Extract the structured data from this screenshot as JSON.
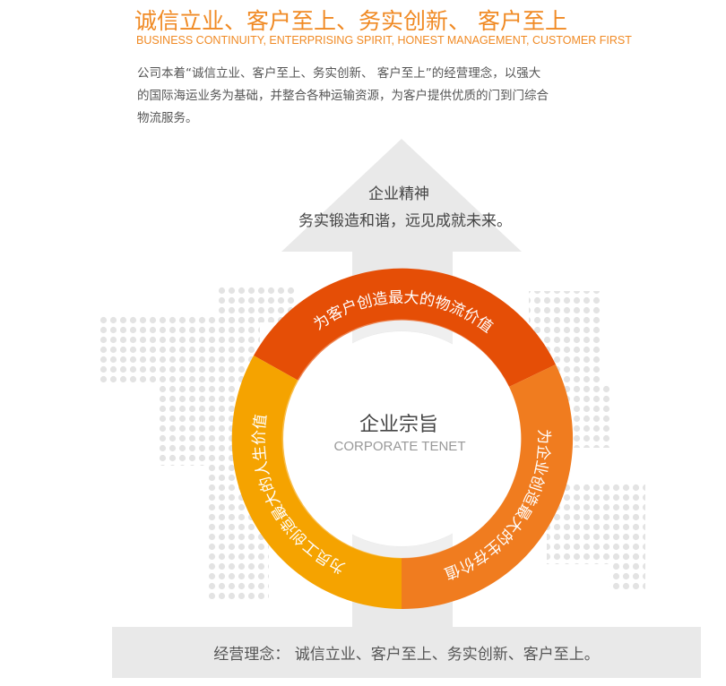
{
  "header": {
    "title": "诚信立业、客户至上、务实创新、 客户至上",
    "subtitle": "BUSINESS CONTINUITY, ENTERPRISING SPIRIT, HONEST MANAGEMENT, CUSTOMER FIRST",
    "intro": "公司本着“诚信立业、客户至上、务实创新、 客户至上”的经营理念，以强大的国际海运业务为基础，并整合各种运输资源，为客户提供优质的门到门综合物流服务。"
  },
  "arrow": {
    "title": "企业精神",
    "text": "务实锻造和谐，远见成就未来。"
  },
  "ring": {
    "center_title": "企业宗旨",
    "center_subtitle": "CORPORATE TENET",
    "top": "为客户创造最大的物流价值",
    "right": "为企业创造最大的生存价值",
    "left": "为员工创造最大的人生价值"
  },
  "footer": {
    "text": "经营理念： 诚信立业、客户至上、务实创新、客户至上。"
  },
  "colors": {
    "top": "#e54e06",
    "right": "#f07c1f",
    "left": "#f5a300",
    "accent": "#f08a24",
    "arrow": "#e9e9e9"
  }
}
